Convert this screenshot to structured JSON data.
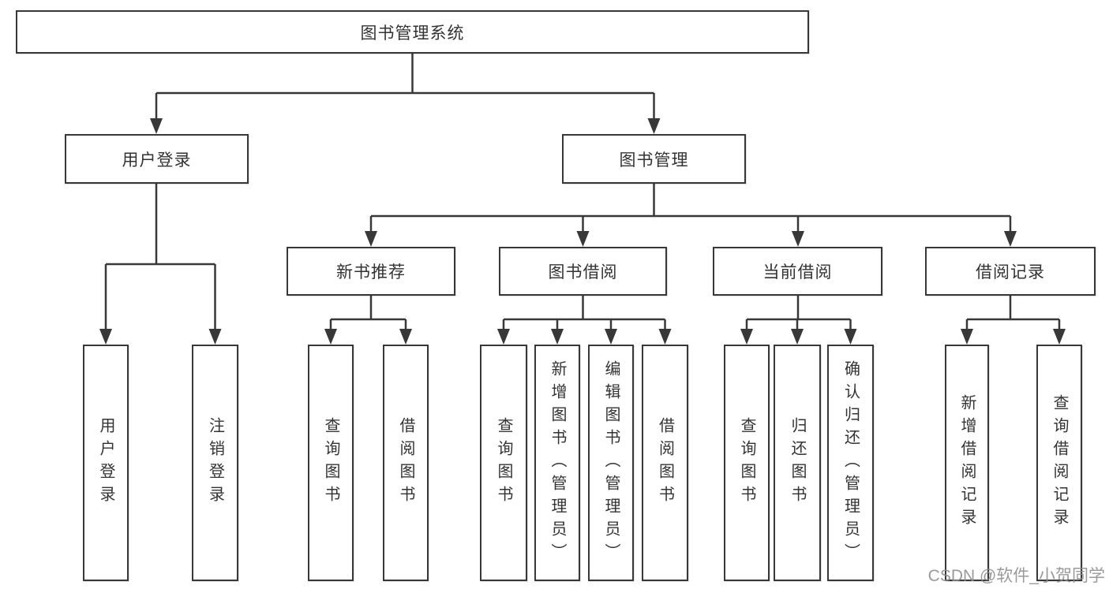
{
  "tree": {
    "root": "图书管理系统",
    "level2": [
      "用户登录",
      "图书管理"
    ],
    "level3": [
      "新书推荐",
      "图书借阅",
      "当前借阅",
      "借阅记录"
    ],
    "leaves": {
      "user_login": [
        "用户登录",
        "注销登录"
      ],
      "new_books": [
        "查询图书",
        "借阅图书"
      ],
      "book_borrow": [
        "查询图书",
        "新增图书（管理员）",
        "编辑图书（管理员）",
        "借阅图书"
      ],
      "current_borrow": [
        "查询图书",
        "归还图书",
        "确认归还（管理员）"
      ],
      "borrow_records": [
        "新增借阅记录",
        "查询借阅记录"
      ]
    }
  },
  "watermark": "CSDN @软件_小贺同学",
  "colors": {
    "line": "#383838",
    "text": "#333333",
    "background": "#ffffff",
    "watermark": "#8c8c8c"
  }
}
